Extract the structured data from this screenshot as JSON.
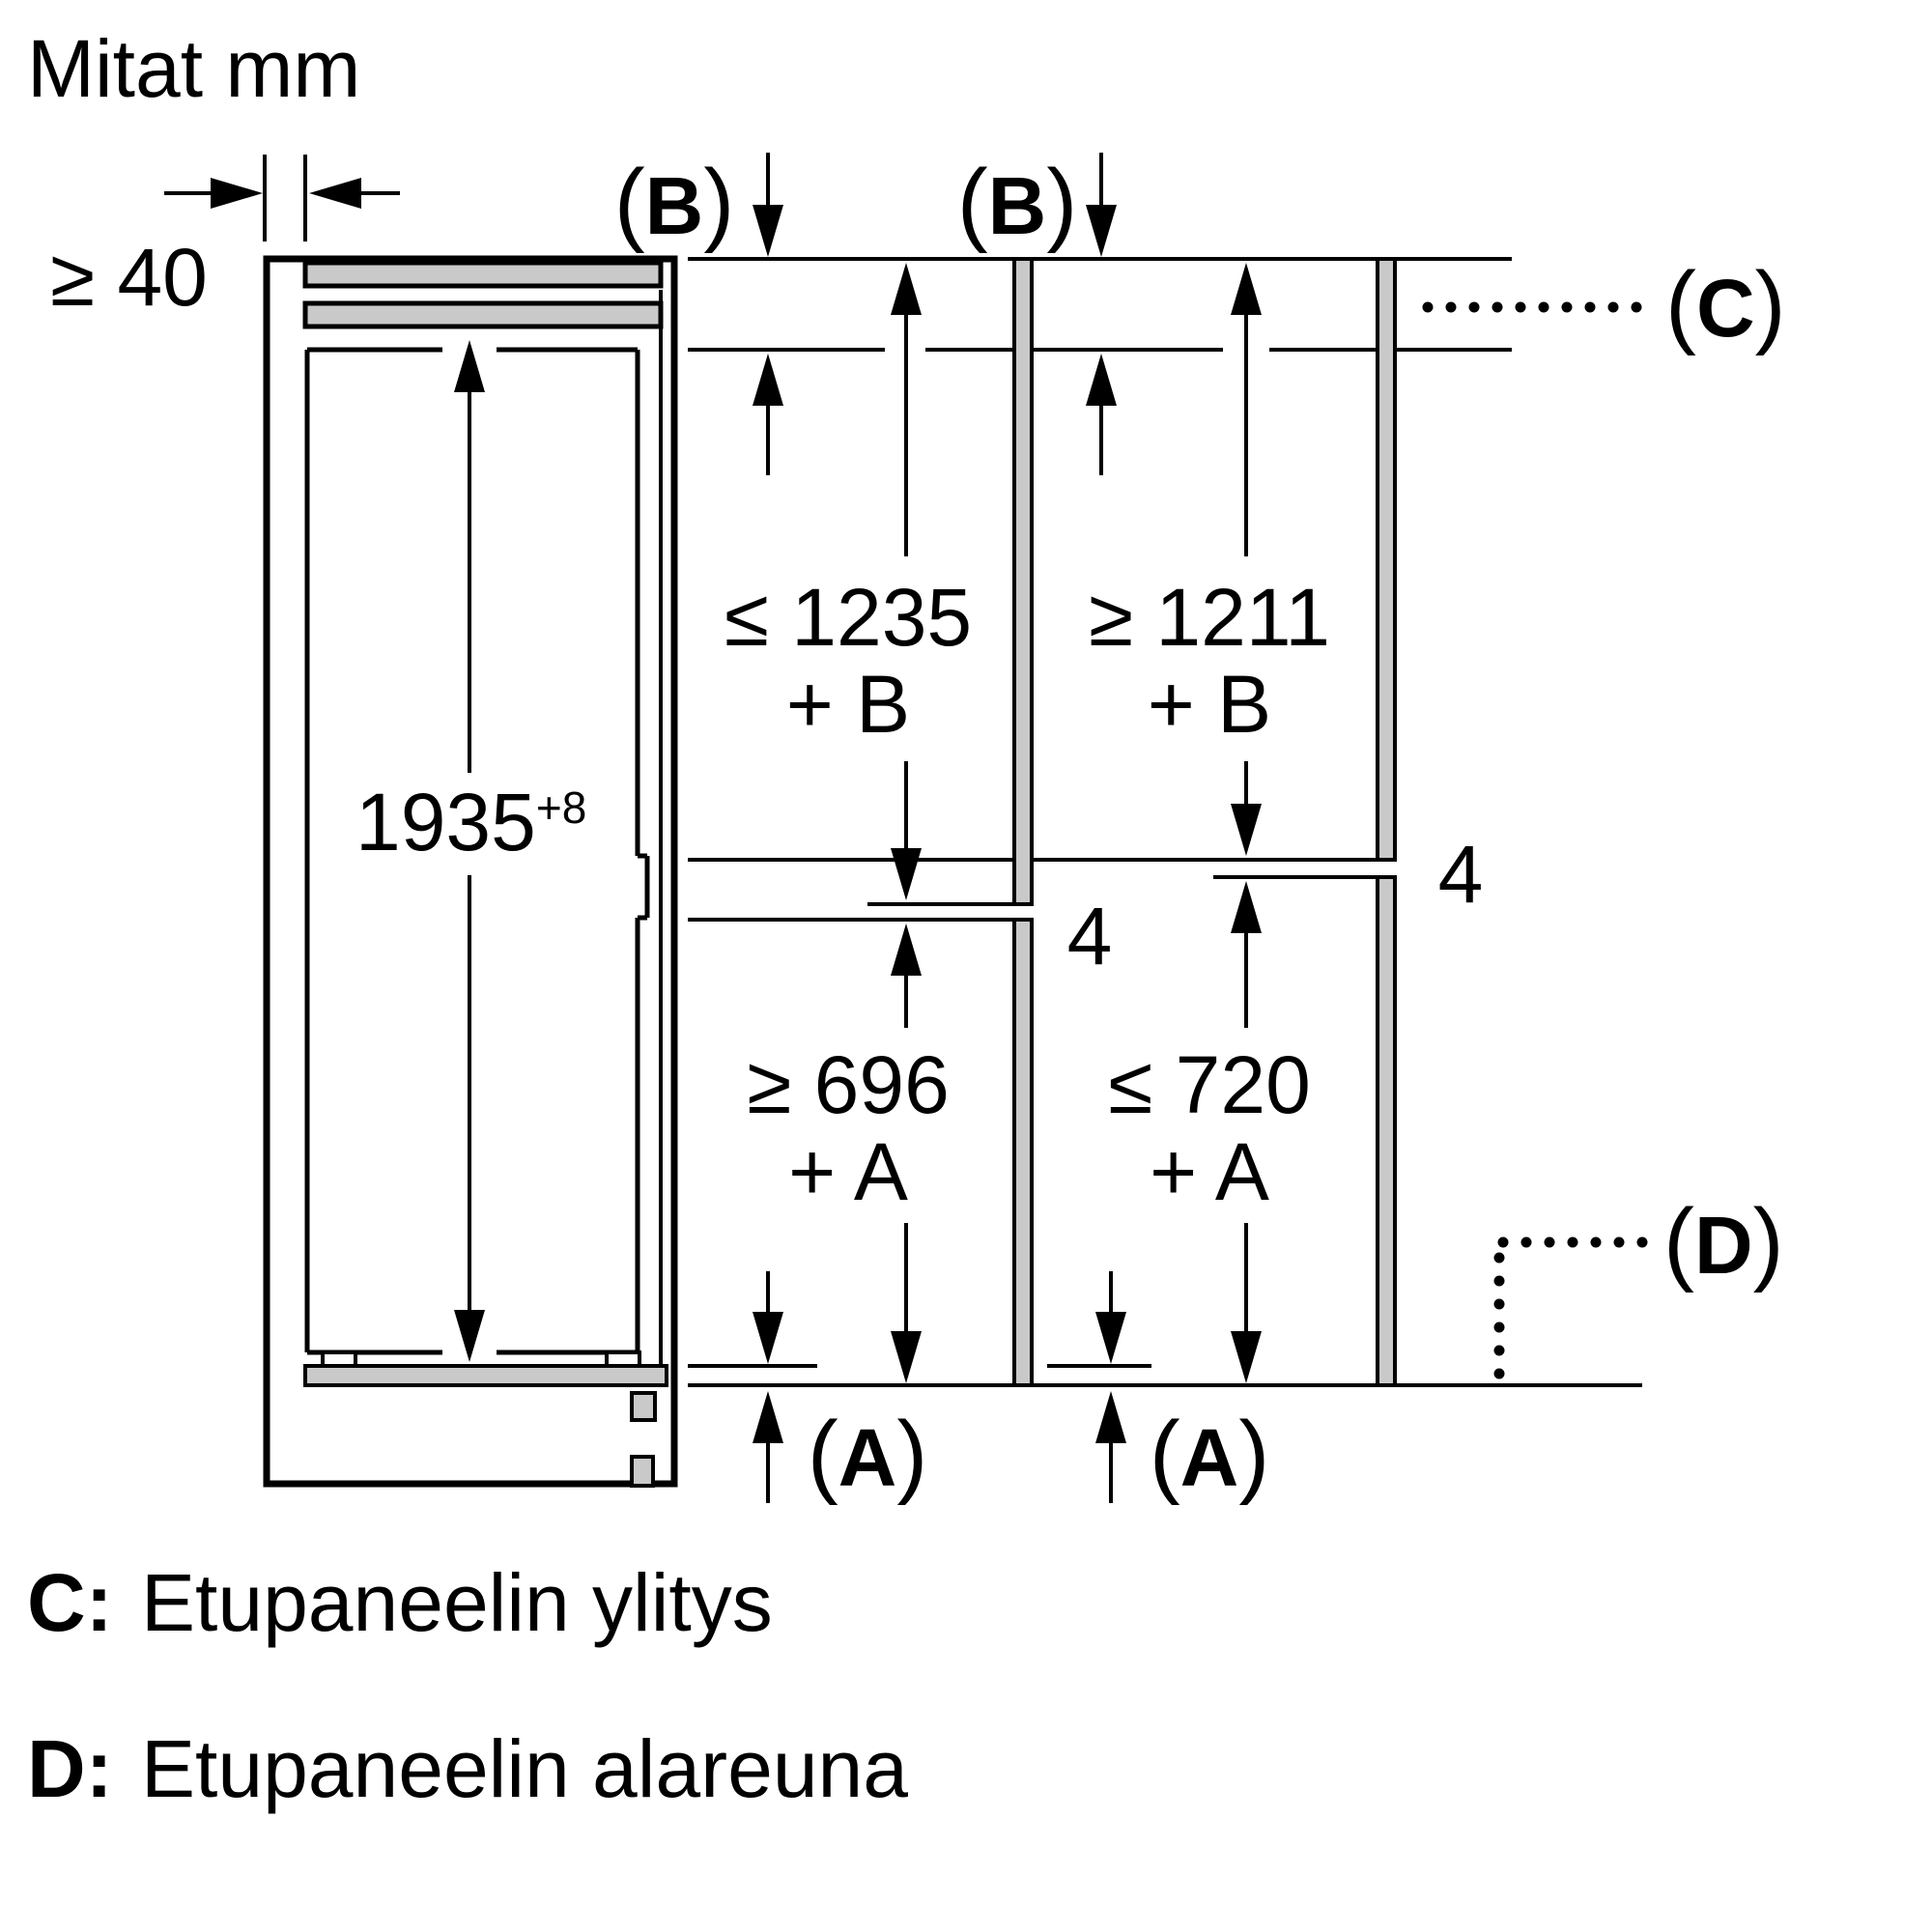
{
  "title": "Mitat mm",
  "diagram": {
    "wall_thickness_min": "≥ 40",
    "niche_height": "1935",
    "niche_height_tolerance": "+8",
    "gap_left": "4",
    "gap_right": "4",
    "dims": {
      "upper_left_value": "≤ 1235",
      "upper_left_add": "+ B",
      "upper_right_value": "≥ 1211",
      "upper_right_add": "+ B",
      "lower_left_value": "≥ 696",
      "lower_left_add": "+ A",
      "lower_right_value": "≤ 720",
      "lower_right_add": "+ A"
    },
    "ref_labels": {
      "open": "(",
      "close": ")",
      "a": "A",
      "b": "B",
      "c": "C",
      "d": "D"
    }
  },
  "legend": [
    {
      "key": "C:",
      "text": "Etupaneelin ylitys"
    },
    {
      "key": "D:",
      "text": "Etupaneelin alareuna"
    }
  ],
  "colors": {
    "line": "#000000",
    "panel_fill": "#c9c9c9",
    "background": "#ffffff"
  }
}
